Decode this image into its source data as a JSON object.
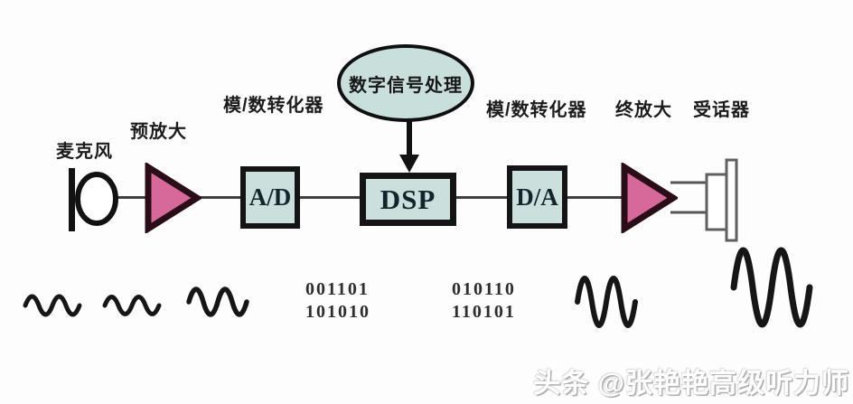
{
  "diagram": {
    "title_semantic": "hearing-aid digital signal processing chain",
    "labels": {
      "microphone": "麦克风",
      "preamp": "预放大",
      "adc": "模/数转化器",
      "dsp_ellipse": "数字信号处理",
      "dac": "模/数转化器",
      "final_amp": "终放大",
      "receiver": "受话器"
    },
    "blocks": {
      "ad": "A/D",
      "dsp": "DSP",
      "da": "D/A"
    },
    "binary": {
      "group1_line1": "001101",
      "group1_line2": "101010",
      "group2_line1": "010110",
      "group2_line2": "110101"
    },
    "watermark": "头条 @张艳艳高级听力师",
    "icons": {
      "microphone": "microphone-icon",
      "preamp": "amplifier-triangle-icon",
      "final_amp": "amplifier-triangle-icon",
      "receiver": "speaker-receiver-icon",
      "dsp_pointer": "down-arrow-icon",
      "waveforms": [
        "small-wave",
        "small-wave",
        "medium-wave",
        "large-wave",
        "largest-wave"
      ]
    },
    "colors": {
      "block_fill": "#cbdfdc",
      "ellipse_fill": "#c9dfdb",
      "triangle_fill": "#d7699a",
      "triangle_outline": "#2b0d18",
      "outline": "#141414",
      "wave_stroke": "#161616",
      "connector": "#3f3f3f",
      "background": "#fdfdfd"
    }
  }
}
